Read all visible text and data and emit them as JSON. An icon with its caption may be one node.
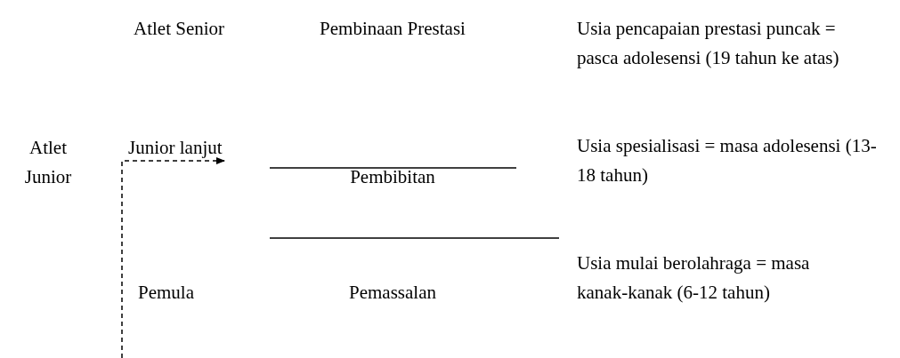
{
  "diagram": {
    "labels": [
      "Atlet Senior",
      "Pembinaan Prestasi",
      "Usia pencapaian prestasi puncak = pasca adolesensi (19 tahun ke atas)",
      "Atlet Junior",
      "Junior lanjut",
      "Pembibitan",
      "Usia spesialisasi = masa adolesensi (13-18 tahun)",
      "Pemula",
      "Pemassalan",
      "Usia mulai berolahraga = masa kanak-kanak (6-12 tahun)"
    ]
  }
}
